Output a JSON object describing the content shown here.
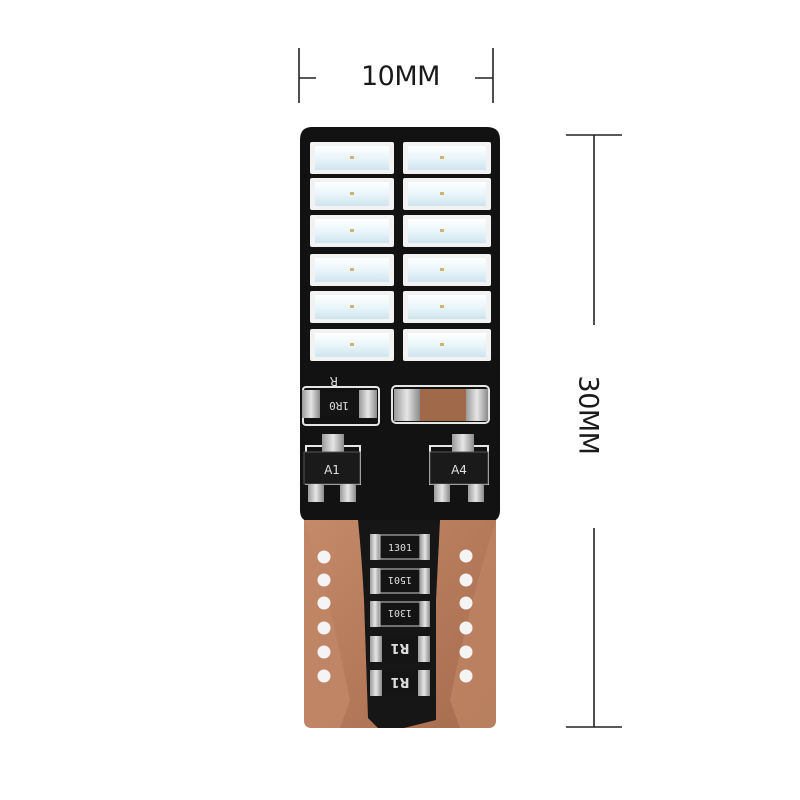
{
  "dimensions": {
    "width_label": "10MM",
    "height_label": "30MM"
  },
  "bulb": {
    "type": "T10 LED bulb",
    "led_rows": 6,
    "led_columns": 2,
    "smd_labels": {
      "left_ic": "A1",
      "right_ic": "A4",
      "small_resistor": "1R0"
    },
    "resistor_labels": [
      "1301",
      "1501",
      "1301",
      "R1",
      "R1"
    ]
  },
  "colors": {
    "pcb": "#121212",
    "copper": "#b87d5c",
    "led_face": "#eaf4f8",
    "trace_white": "#e6e6e6"
  }
}
